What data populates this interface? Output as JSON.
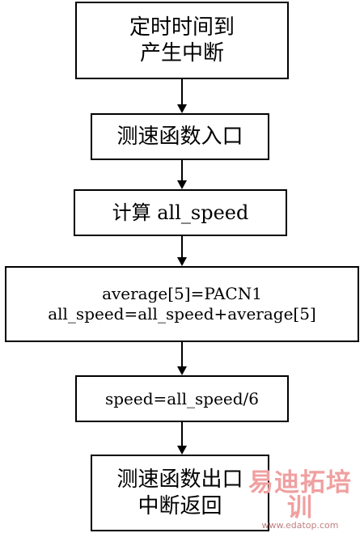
{
  "flowchart": {
    "steps": [
      {
        "lines": [
          "定时时间到",
          "产生中断"
        ]
      },
      {
        "lines": [
          "测速函数入口"
        ]
      },
      {
        "lines": [
          "计算 all_speed"
        ]
      },
      {
        "lines": [
          "average[5]=PACN1",
          "all_speed=all_speed+average[5]"
        ]
      },
      {
        "lines": [
          "speed=all_speed/6"
        ]
      },
      {
        "lines": [
          "测速函数出口",
          "中断返回"
        ]
      }
    ]
  },
  "watermark": {
    "logo": "易迪拓培训",
    "url": "www.edatop.com",
    "color": "#f0a0a0"
  }
}
